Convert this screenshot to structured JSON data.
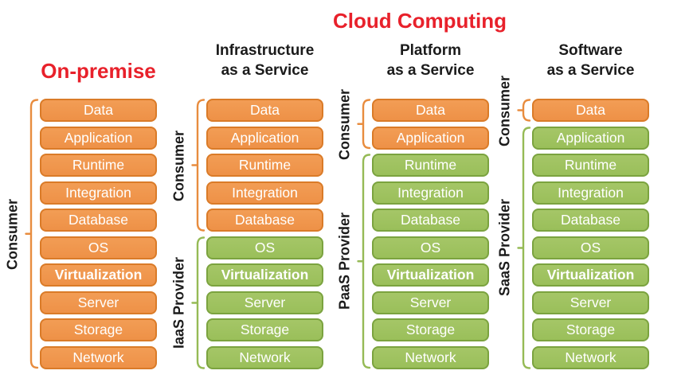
{
  "title": "Cloud Computing",
  "colors": {
    "red": "#e8212b",
    "dark": "#1b1b1b",
    "box_text": "#ffffff",
    "orange_fill": "#ee9147",
    "orange_fill_light": "#f29d55",
    "orange_border": "#da7b28",
    "orange_brace": "#e88c3e",
    "green_fill": "#9abf5a",
    "green_fill_light": "#a5c667",
    "green_border": "#7ba33f",
    "green_brace": "#95ba55"
  },
  "layers": [
    "Data",
    "Application",
    "Runtime",
    "Integration",
    "Database",
    "OS",
    "Virtualization",
    "Server",
    "Storage",
    "Network"
  ],
  "bold_layers": [
    "Virtualization"
  ],
  "columns": [
    {
      "id": "on-premise",
      "title_lines": [
        "On-premise"
      ],
      "title_style": "red",
      "sections": [
        {
          "label": "Consumer",
          "scheme": "orange",
          "from": 0,
          "to": 9
        }
      ]
    },
    {
      "id": "iaas",
      "title_lines": [
        "Infrastructure",
        "as a Service"
      ],
      "title_style": "dark",
      "sections": [
        {
          "label": "Consumer",
          "scheme": "orange",
          "from": 0,
          "to": 4
        },
        {
          "label": "IaaS  Provider",
          "scheme": "green",
          "from": 5,
          "to": 9
        }
      ]
    },
    {
      "id": "paas",
      "title_lines": [
        "Platform",
        "as a Service"
      ],
      "title_style": "dark",
      "sections": [
        {
          "label": "Consumer",
          "scheme": "orange",
          "from": 0,
          "to": 1
        },
        {
          "label": "PaaS  Provider",
          "scheme": "green",
          "from": 2,
          "to": 9
        }
      ]
    },
    {
      "id": "saas",
      "title_lines": [
        "Software",
        "as a Service"
      ],
      "title_style": "dark",
      "sections": [
        {
          "label": "Consumer",
          "scheme": "orange",
          "from": 0,
          "to": 0
        },
        {
          "label": "SaaS  Provider",
          "scheme": "green",
          "from": 1,
          "to": 9
        }
      ]
    }
  ]
}
